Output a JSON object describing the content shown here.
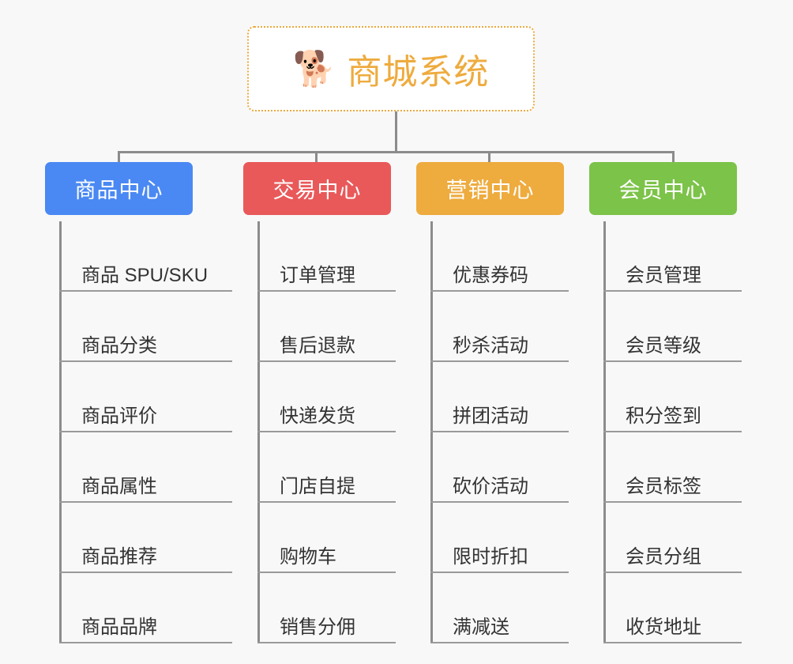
{
  "theme": {
    "background": "#f8f8f8",
    "connector_color": "#8c8c8c",
    "root_border_color": "#eaa93f",
    "root_text_color": "#eeab3e",
    "leaf_text_color": "#333333",
    "leaf_rule_color": "#9a9a9a"
  },
  "root": {
    "icon": "shiba-dog-face-emoji",
    "icon_glyph": "🐕",
    "title": "商城系统"
  },
  "columns": [
    {
      "header": "商品中心",
      "color": "#4a89f3",
      "items": [
        "商品 SPU/SKU",
        "商品分类",
        "商品评价",
        "商品属性",
        "商品推荐",
        "商品品牌"
      ]
    },
    {
      "header": "交易中心",
      "color": "#e9595a",
      "items": [
        "订单管理",
        "售后退款",
        "快递发货",
        "门店自提",
        "购物车",
        "销售分佣"
      ]
    },
    {
      "header": "营销中心",
      "color": "#eeab3e",
      "items": [
        "优惠券码",
        "秒杀活动",
        "拼团活动",
        "砍价活动",
        "限时折扣",
        "满减送"
      ]
    },
    {
      "header": "会员中心",
      "color": "#7cc košík"
    }
  ]
}
